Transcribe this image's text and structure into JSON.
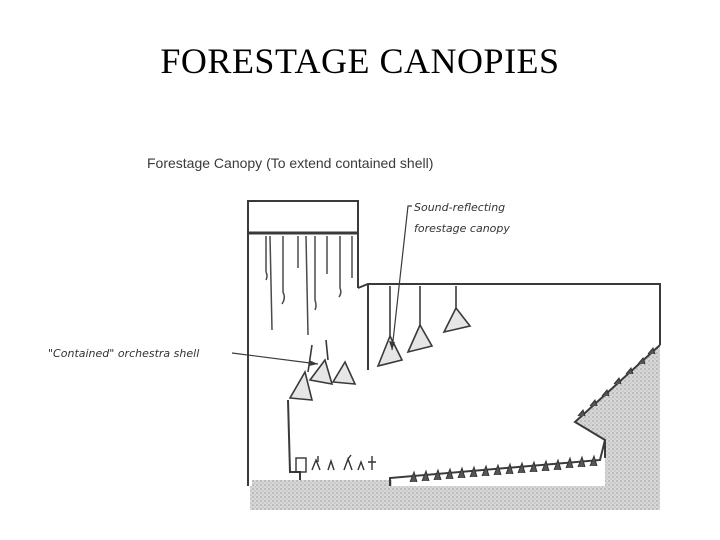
{
  "slide": {
    "title": "FORESTAGE CANOPIES"
  },
  "diagram": {
    "caption": "Forestage Canopy (To extend contained shell)",
    "labels": {
      "canopy_line1": "Sound-reflecting",
      "canopy_line2": "forestage canopy",
      "shell": "\"Contained\" orchestra shell"
    },
    "colors": {
      "line": "#3a3a3a",
      "ground": "#d8d8d8",
      "ground_dots": "#9a9a9a",
      "canopy_fill": "#e6e6e6"
    }
  }
}
